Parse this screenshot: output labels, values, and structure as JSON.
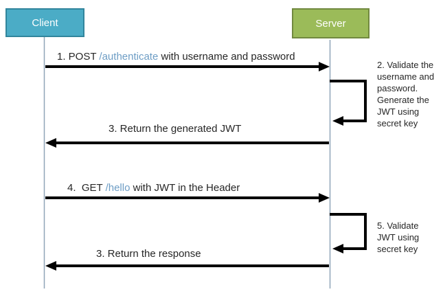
{
  "diagram": {
    "type": "sequence",
    "actors": [
      {
        "label": "Client",
        "fill": "#4bacc6",
        "border": "#31859c"
      },
      {
        "label": "Server",
        "fill": "#9bbb59",
        "border": "#71893f"
      }
    ],
    "messages": [
      {
        "prefix": "1. POST ",
        "link": "/authenticate",
        "suffix": " with username and password",
        "from": "Client",
        "to": "Server",
        "direction": "right"
      },
      {
        "prefix": "3. Return the generated JWT",
        "link": "",
        "suffix": "",
        "from": "Server",
        "to": "Client",
        "direction": "left"
      },
      {
        "prefix": "4.  GET ",
        "link": "/hello",
        "suffix": " with JWT in the Header",
        "from": "Client",
        "to": "Server",
        "direction": "right"
      },
      {
        "prefix": "3. Return the response",
        "link": "",
        "suffix": "",
        "from": "Server",
        "to": "Client",
        "direction": "left"
      }
    ],
    "notes": [
      {
        "text": "2. Validate the\nusername and\npassword.\nGenerate the\nJWT using\nsecret key",
        "attached_to": "Server"
      },
      {
        "text": "5. Validate\nJWT using\nsecret key",
        "attached_to": "Server"
      }
    ],
    "colors": {
      "link": "#6d9dc5",
      "text": "#262626",
      "arrow": "#000000",
      "lifeline": "#8fa5b8"
    }
  }
}
